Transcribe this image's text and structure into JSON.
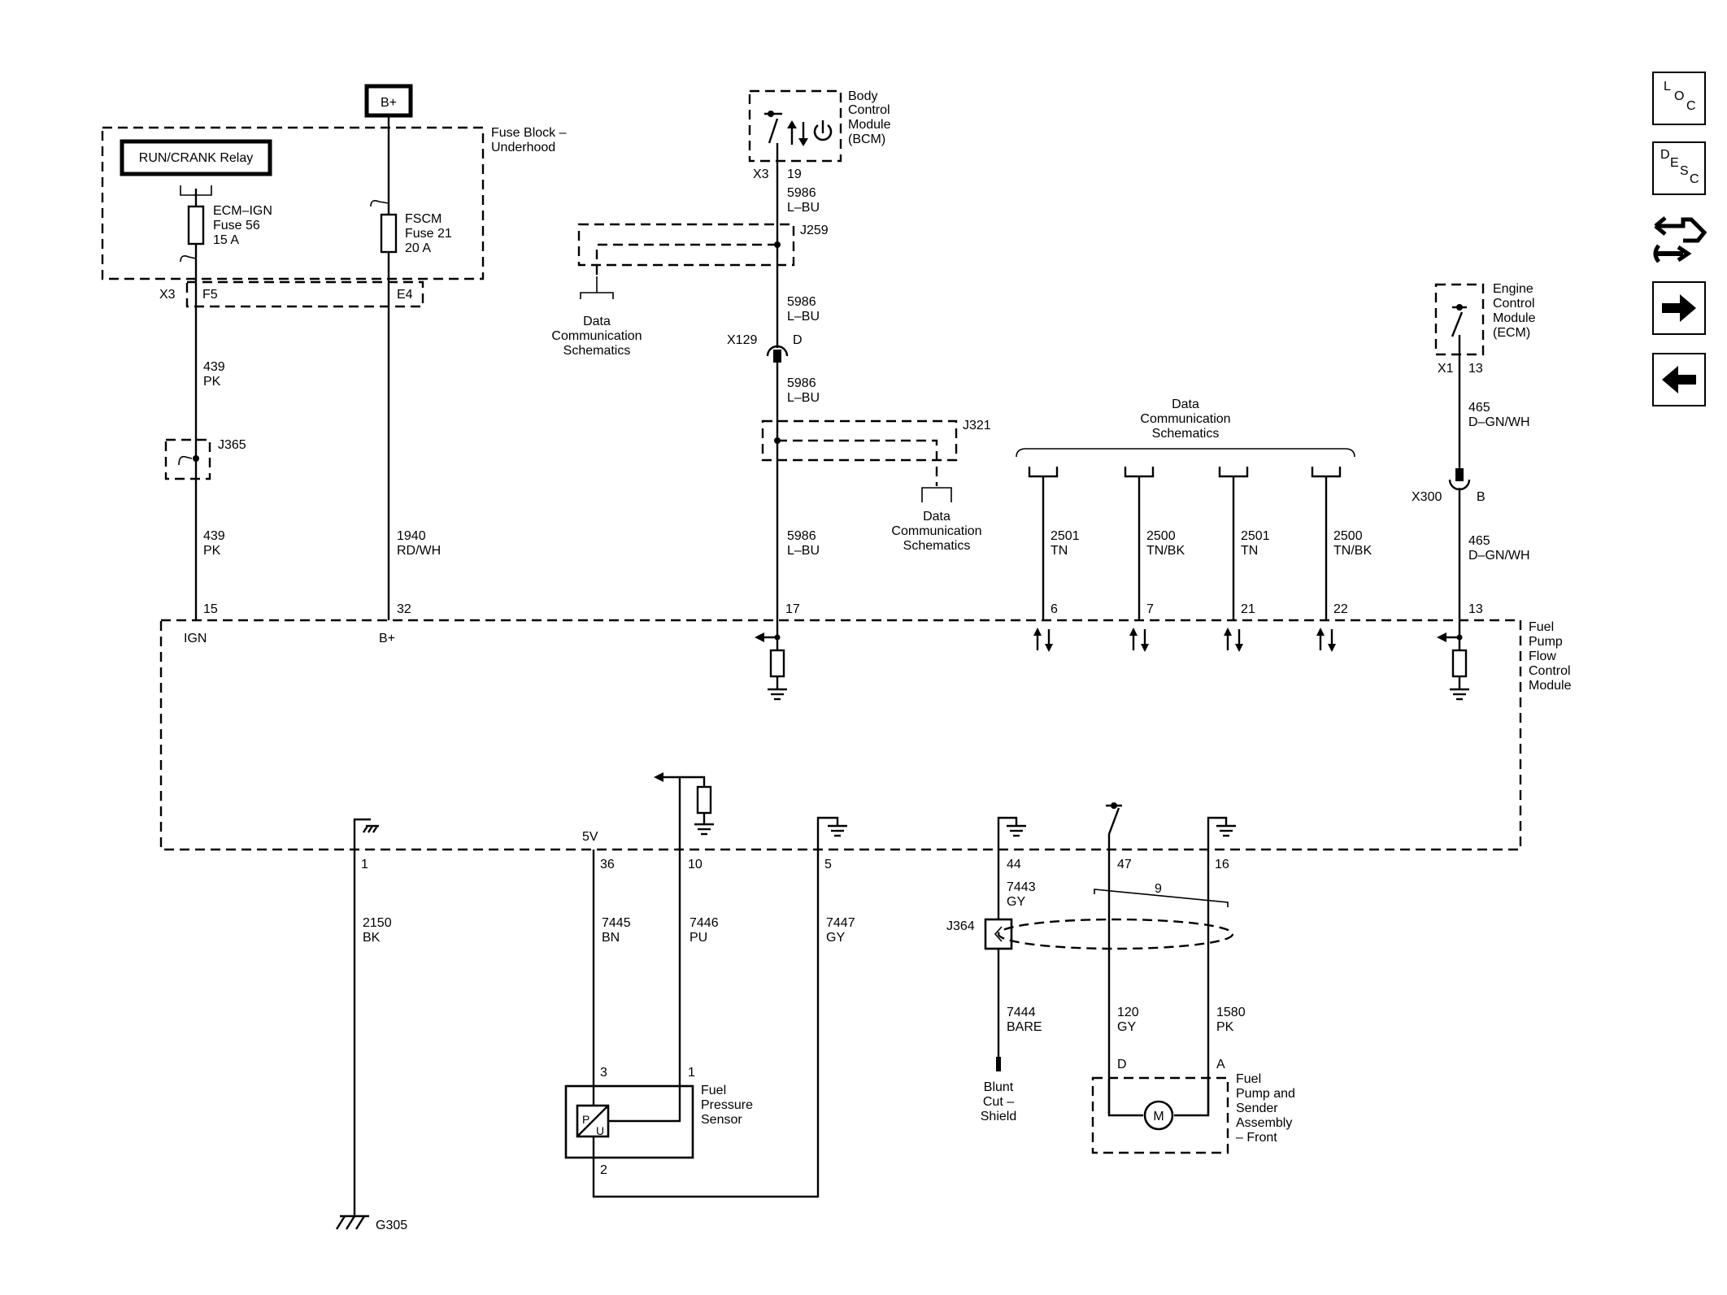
{
  "sources": {
    "battery": "B+",
    "relay": "RUN/CRANK Relay",
    "fuse_block": [
      "Fuse Block –",
      "Underhood"
    ],
    "fuse_ecm": [
      "ECM–IGN",
      "Fuse 56",
      "15 A"
    ],
    "fuse_fscm": [
      "FSCM",
      "Fuse 21",
      "20 A"
    ]
  },
  "modules": {
    "bcm": [
      "Body",
      "Control",
      "Module",
      "(BCM)"
    ],
    "ecm": [
      "Engine",
      "Control",
      "Module",
      "(ECM)"
    ],
    "fpfcm": [
      "Fuel",
      "Pump",
      "Flow",
      "Control",
      "Module"
    ],
    "fps": [
      "Fuel",
      "Pressure",
      "Sensor"
    ],
    "fpsa": [
      "Fuel",
      "Pump and",
      "Sender",
      "Assembly",
      "– Front"
    ]
  },
  "connectors": {
    "x3_left": "X3",
    "f5": "F5",
    "e4": "E4",
    "x3_bcm": "X3",
    "pin19": "19",
    "j259": "J259",
    "x129": "X129",
    "x129_pin": "D",
    "j321": "J321",
    "j365": "J365",
    "x1": "X1",
    "x1_pin": "13",
    "x300": "X300",
    "x300_pin": "B",
    "j364": "J364",
    "g305": "G305",
    "pump_d": "D",
    "pump_a": "A",
    "sensor_3": "3",
    "sensor_1": "1",
    "sensor_2": "2",
    "twist": "9"
  },
  "refs": {
    "data_comm": [
      "Data",
      "Communication",
      "Schematics"
    ]
  },
  "wires": {
    "w439a": [
      "439",
      "PK"
    ],
    "w439b": [
      "439",
      "PK"
    ],
    "w1940": [
      "1940",
      "RD/WH"
    ],
    "w5986a": [
      "5986",
      "L–BU"
    ],
    "w5986b": [
      "5986",
      "L–BU"
    ],
    "w5986c": [
      "5986",
      "L–BU"
    ],
    "w5986d": [
      "5986",
      "L–BU"
    ],
    "w2501a": [
      "2501",
      "TN"
    ],
    "w2500a": [
      "2500",
      "TN/BK"
    ],
    "w2501b": [
      "2501",
      "TN"
    ],
    "w2500b": [
      "2500",
      "TN/BK"
    ],
    "w465a": [
      "465",
      "D–GN/WH"
    ],
    "w465b": [
      "465",
      "D–GN/WH"
    ],
    "w2150": [
      "2150",
      "BK"
    ],
    "w7445": [
      "7445",
      "BN"
    ],
    "w7446": [
      "7446",
      "PU"
    ],
    "w7447": [
      "7447",
      "GY"
    ],
    "w7443": [
      "7443",
      "GY"
    ],
    "w7444": [
      "7444",
      "BARE"
    ],
    "w120": [
      "120",
      "GY"
    ],
    "w1580": [
      "1580",
      "PK"
    ]
  },
  "module_pins": {
    "top": [
      "15",
      "32",
      "17",
      "6",
      "7",
      "21",
      "22",
      "13"
    ],
    "top_labels": [
      "IGN",
      "B+"
    ],
    "bottom": [
      "1",
      "36",
      "10",
      "5",
      "44",
      "47",
      "16"
    ],
    "v5": "5V"
  },
  "misc": {
    "shield": [
      "Blunt",
      "Cut –",
      "Shield"
    ]
  },
  "nav": {
    "loc": [
      "L",
      "O",
      "C"
    ],
    "desc": [
      "D",
      "E",
      "S",
      "C"
    ],
    "icons": [
      "loc-icon",
      "desc-icon",
      "connector-icon",
      "forward-arrow-icon",
      "back-arrow-icon"
    ]
  }
}
